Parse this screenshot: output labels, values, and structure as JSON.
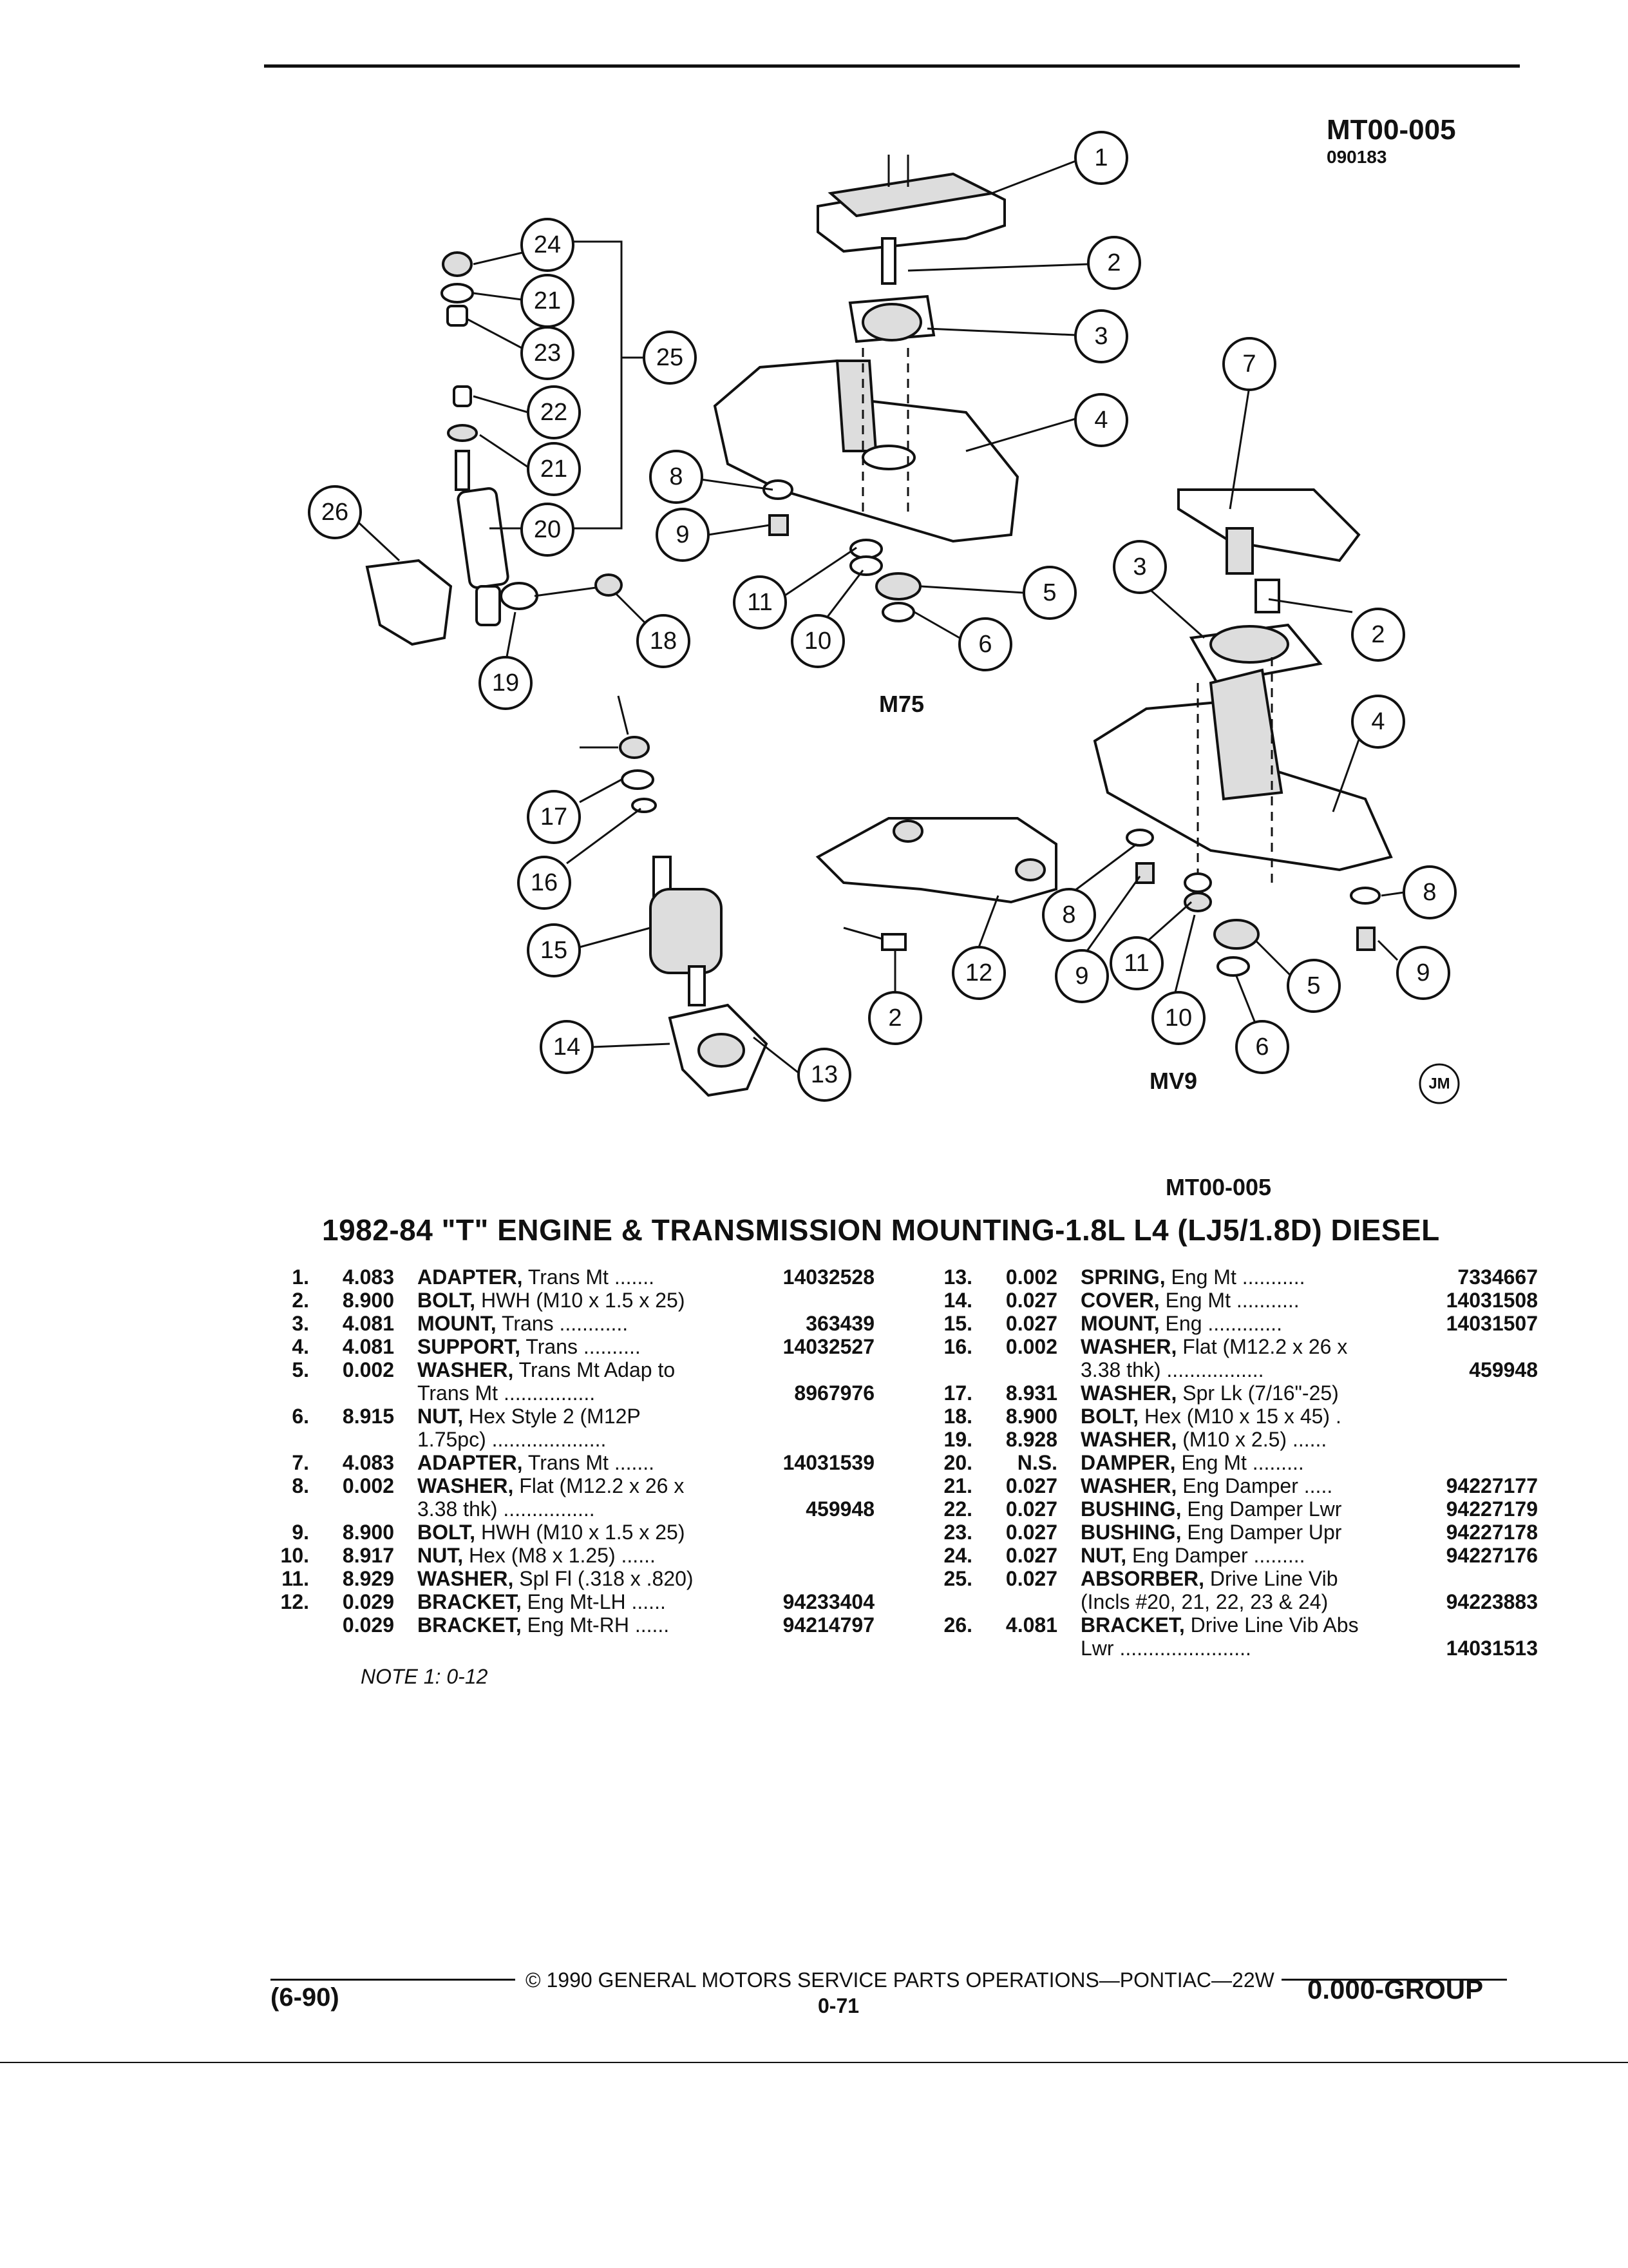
{
  "header": {
    "drawing_code": "MT00-005",
    "drawing_date": "090183"
  },
  "diagram": {
    "view_labels": {
      "m75": "M75",
      "mv9": "MV9"
    },
    "artist_mark": "JM",
    "callouts": [
      "1",
      "2",
      "3",
      "4",
      "5",
      "6",
      "7",
      "8",
      "9",
      "10",
      "11",
      "12",
      "13",
      "14",
      "15",
      "16",
      "17",
      "18",
      "19",
      "20",
      "21",
      "22",
      "23",
      "24",
      "25",
      "26"
    ]
  },
  "parts_table": {
    "code": "MT00-005",
    "title": "1982-84 \"T\" ENGINE & TRANSMISSION MOUNTING-1.8L L4 (LJ5/1.8D) DIESEL",
    "left_column": [
      {
        "num": "1.",
        "code": "4.083",
        "name": "ADAPTER,",
        "desc": " Trans Mt .......",
        "part": "14032528"
      },
      {
        "num": "2.",
        "code": "8.900",
        "name": "BOLT,",
        "desc": " HWH (M10 x 1.5 x 25)",
        "part": ""
      },
      {
        "num": "3.",
        "code": "4.081",
        "name": "MOUNT,",
        "desc": " Trans ............",
        "part": "363439"
      },
      {
        "num": "4.",
        "code": "4.081",
        "name": "SUPPORT,",
        "desc": " Trans ..........",
        "part": "14032527"
      },
      {
        "num": "5.",
        "code": "0.002",
        "name": "WASHER,",
        "desc": " Trans Mt Adap to",
        "cont": "Trans Mt ................",
        "part": "8967976"
      },
      {
        "num": "6.",
        "code": "8.915",
        "name": "NUT,",
        "desc": " Hex Style 2 (M12P",
        "cont": "1.75pc) ....................",
        "part": ""
      },
      {
        "num": "7.",
        "code": "4.083",
        "name": "ADAPTER,",
        "desc": " Trans Mt .......",
        "part": "14031539"
      },
      {
        "num": "8.",
        "code": "0.002",
        "name": "WASHER,",
        "desc": " Flat (M12.2 x 26 x",
        "cont": "3.38 thk) ................",
        "part": "459948"
      },
      {
        "num": "9.",
        "code": "8.900",
        "name": "BOLT,",
        "desc": " HWH (M10 x 1.5 x 25)",
        "part": ""
      },
      {
        "num": "10.",
        "code": "8.917",
        "name": "NUT,",
        "desc": " Hex (M8 x 1.25) ......",
        "part": ""
      },
      {
        "num": "11.",
        "code": "8.929",
        "name": "WASHER,",
        "desc": " Spl Fl (.318 x .820)",
        "part": ""
      },
      {
        "num": "12.",
        "code": "0.029",
        "name": "BRACKET,",
        "desc": " Eng Mt-LH ......",
        "part": "94233404"
      },
      {
        "num": "",
        "code": "0.029",
        "name": "BRACKET,",
        "desc": " Eng Mt-RH ......",
        "part": "94214797"
      }
    ],
    "right_column": [
      {
        "num": "13.",
        "code": "0.002",
        "name": "SPRING,",
        "desc": " Eng Mt ...........",
        "part": "7334667"
      },
      {
        "num": "14.",
        "code": "0.027",
        "name": "COVER,",
        "desc": " Eng Mt ...........",
        "part": "14031508"
      },
      {
        "num": "15.",
        "code": "0.027",
        "name": "MOUNT,",
        "desc": " Eng .............",
        "part": "14031507"
      },
      {
        "num": "16.",
        "code": "0.002",
        "name": "WASHER,",
        "desc": " Flat (M12.2 x 26 x",
        "cont": "3.38 thk) .................",
        "part": "459948"
      },
      {
        "num": "17.",
        "code": "8.931",
        "name": "WASHER,",
        "desc": " Spr Lk (7/16\"-25)",
        "part": ""
      },
      {
        "num": "18.",
        "code": "8.900",
        "name": "BOLT,",
        "desc": " Hex (M10 x 15 x 45)  .",
        "part": ""
      },
      {
        "num": "19.",
        "code": "8.928",
        "name": "WASHER,",
        "desc": " (M10 x 2.5) ......",
        "part": ""
      },
      {
        "num": "20.",
        "code": "N.S.",
        "name": "DAMPER,",
        "desc": " Eng Mt .........",
        "part": ""
      },
      {
        "num": "21.",
        "code": "0.027",
        "name": "WASHER,",
        "desc": " Eng Damper .....",
        "part": "94227177"
      },
      {
        "num": "22.",
        "code": "0.027",
        "name": "BUSHING,",
        "desc": " Eng Damper Lwr",
        "part": "94227179"
      },
      {
        "num": "23.",
        "code": "0.027",
        "name": "BUSHING,",
        "desc": " Eng Damper Upr",
        "part": "94227178"
      },
      {
        "num": "24.",
        "code": "0.027",
        "name": "NUT,",
        "desc": " Eng Damper .........",
        "part": "94227176"
      },
      {
        "num": "25.",
        "code": "0.027",
        "name": "ABSORBER,",
        "desc": " Drive Line Vib",
        "cont": "(Incls #20, 21, 22, 23 & 24)",
        "part": "94223883"
      },
      {
        "num": "26.",
        "code": "4.081",
        "name": "BRACKET,",
        "desc": " Drive Line Vib Abs",
        "cont": "Lwr .......................",
        "part": "14031513"
      }
    ],
    "note": "NOTE 1: 0-12"
  },
  "footer": {
    "copyright": "© 1990 GENERAL MOTORS SERVICE PARTS OPERATIONS—PONTIAC—22W",
    "page_number": "0-71",
    "date_code": "(6-90)",
    "group": "0.000-GROUP"
  }
}
